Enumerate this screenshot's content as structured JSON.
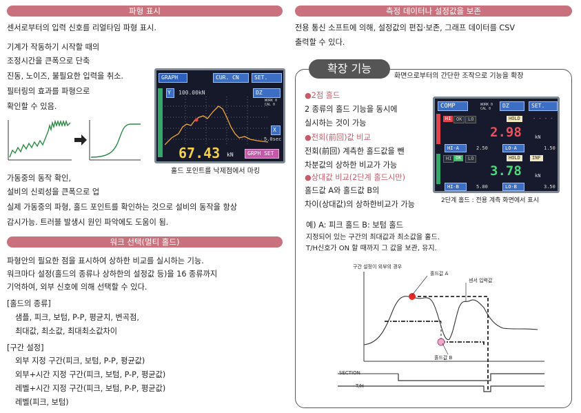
{
  "left": {
    "band1": "파형 표시",
    "p1": "센서로부터의 입력 신호를 리얼타임 파형 표시.",
    "p2": [
      "기계가 작동하기 시작할 때의",
      "조정시간을 큰폭으로 단축",
      "진동, 노이즈, 불필요한 입력을 취소.",
      "필터링의 효과를 파형으로",
      "확인할 수 있음."
    ],
    "graph": {
      "tab": "GRAPH",
      "comp": "CUR. CN",
      "set": "SET.",
      "y": "Y",
      "yval": "100.00kN",
      "dz": "DZ",
      "work": "WORK 0\nCAL 0",
      "x": "X",
      "xval": "5.0sec",
      "value": "67.43",
      "unit": "kN",
      "menu": "GRPH SET"
    },
    "caption1": "홀드 포인트를 낙제점에서 마킹",
    "p3": [
      "가동중의 동작 확인,",
      "설비의 신뢰성을 큰폭으로 업"
    ],
    "p4": [
      "실제 가동중의 파형, 홀드 포인트를 확인하는 것으로 설비의 동작을 항상",
      "감시가능. 트러블 발생시 원인 파악에도 도움이 됨."
    ],
    "band2": "워크 선택(멀티 홀드)",
    "p5": [
      "파형안의 필요한 점을 표시하여 상하한 비교를 실시하는 기능.",
      "워크마다 설정(홀드의 종류나 상하한의 설정값 등)을 16 종류까지",
      "기억하여, 외부 신호에 의해 선택할 수 있다."
    ],
    "hold_title": "[홀드의 종류]",
    "hold_items": [
      "샘플, 피크, 보텀, P-P, 평균치, 변곡점,",
      "최대값, 최소값, 최대최소값차이"
    ],
    "sect_title": "[구간 설정]",
    "sect_items": [
      "외부 지정 구간(피크, 보텀, P-P, 평균값)",
      "외부+시간 지정 구간(피크, 보텀, P-P, 평균값)",
      "레벨+시간 지정 구간(피크, 보텀, P-P, 평균값)",
      "레벨(피크, 보텀)"
    ]
  },
  "right": {
    "band1": "측정 데이터나 설정값을 보존",
    "p1": [
      "전용 통신 소프트에 의해, 설정값의 편집·보존, 그래프 데이터를 CSV",
      "출력할 수 있다."
    ],
    "ext_title": "확장 기능",
    "ext_sub": "화면으로부터의 간단한 조작으로 기능을 확장",
    "f1h": "●2점 홀드",
    "f1": [
      "2 종류의 홀드 기능을 동시에",
      "실시하는 것이 가능"
    ],
    "f2h": "●전회(前回)값 비교",
    "f2": [
      "전회(前回) 계측한 홀드값을 뺀",
      "차분값의 상하한 비교가 가능"
    ],
    "f3h": "●상대값 비교(2단계 홀드시만)",
    "f3": [
      "홀드값 A와 홀드값 B의",
      "차이(상대값)의 상하한비교가 가능"
    ],
    "panel": {
      "comp": "COMP",
      "work": "WORK 0\nCAL 0",
      "dz": "DZ",
      "set": "SET.",
      "hi": "HI",
      "ok": "OK",
      "lo": "LO",
      "hold": "HOLD",
      "dash": "- - - -",
      "v1": "2.98",
      "unit": "kN",
      "h1": "HI-A",
      "h1v": "2.50",
      "l1": "LO-A",
      "l1v": "1.50",
      "hold2": "HOLD",
      "inf": "INF",
      "v2": "3.78",
      "h2": "HI-B",
      "h2v": "5.00",
      "l2": "LO-B",
      "l2v": "3.50"
    },
    "caption2": "2단계 홀드 : 전용 계측 화면에서 표시",
    "ex": "예) A: 피크 홀드 B: 보텀 홀드",
    "ex1": "지정되어 있는 구간의 최대값과 최소값을 홀드.",
    "ex2": "T/H신호가 ON 할 때까지 그 값을 보관, 유지.",
    "chart": {
      "top": "구간 설정이 외부의 경우",
      "holdA": "홀드값 A",
      "sensor": "센서 입력값",
      "holdB": "홀드값 B",
      "section": "SECTION",
      "th": "T/H"
    }
  }
}
